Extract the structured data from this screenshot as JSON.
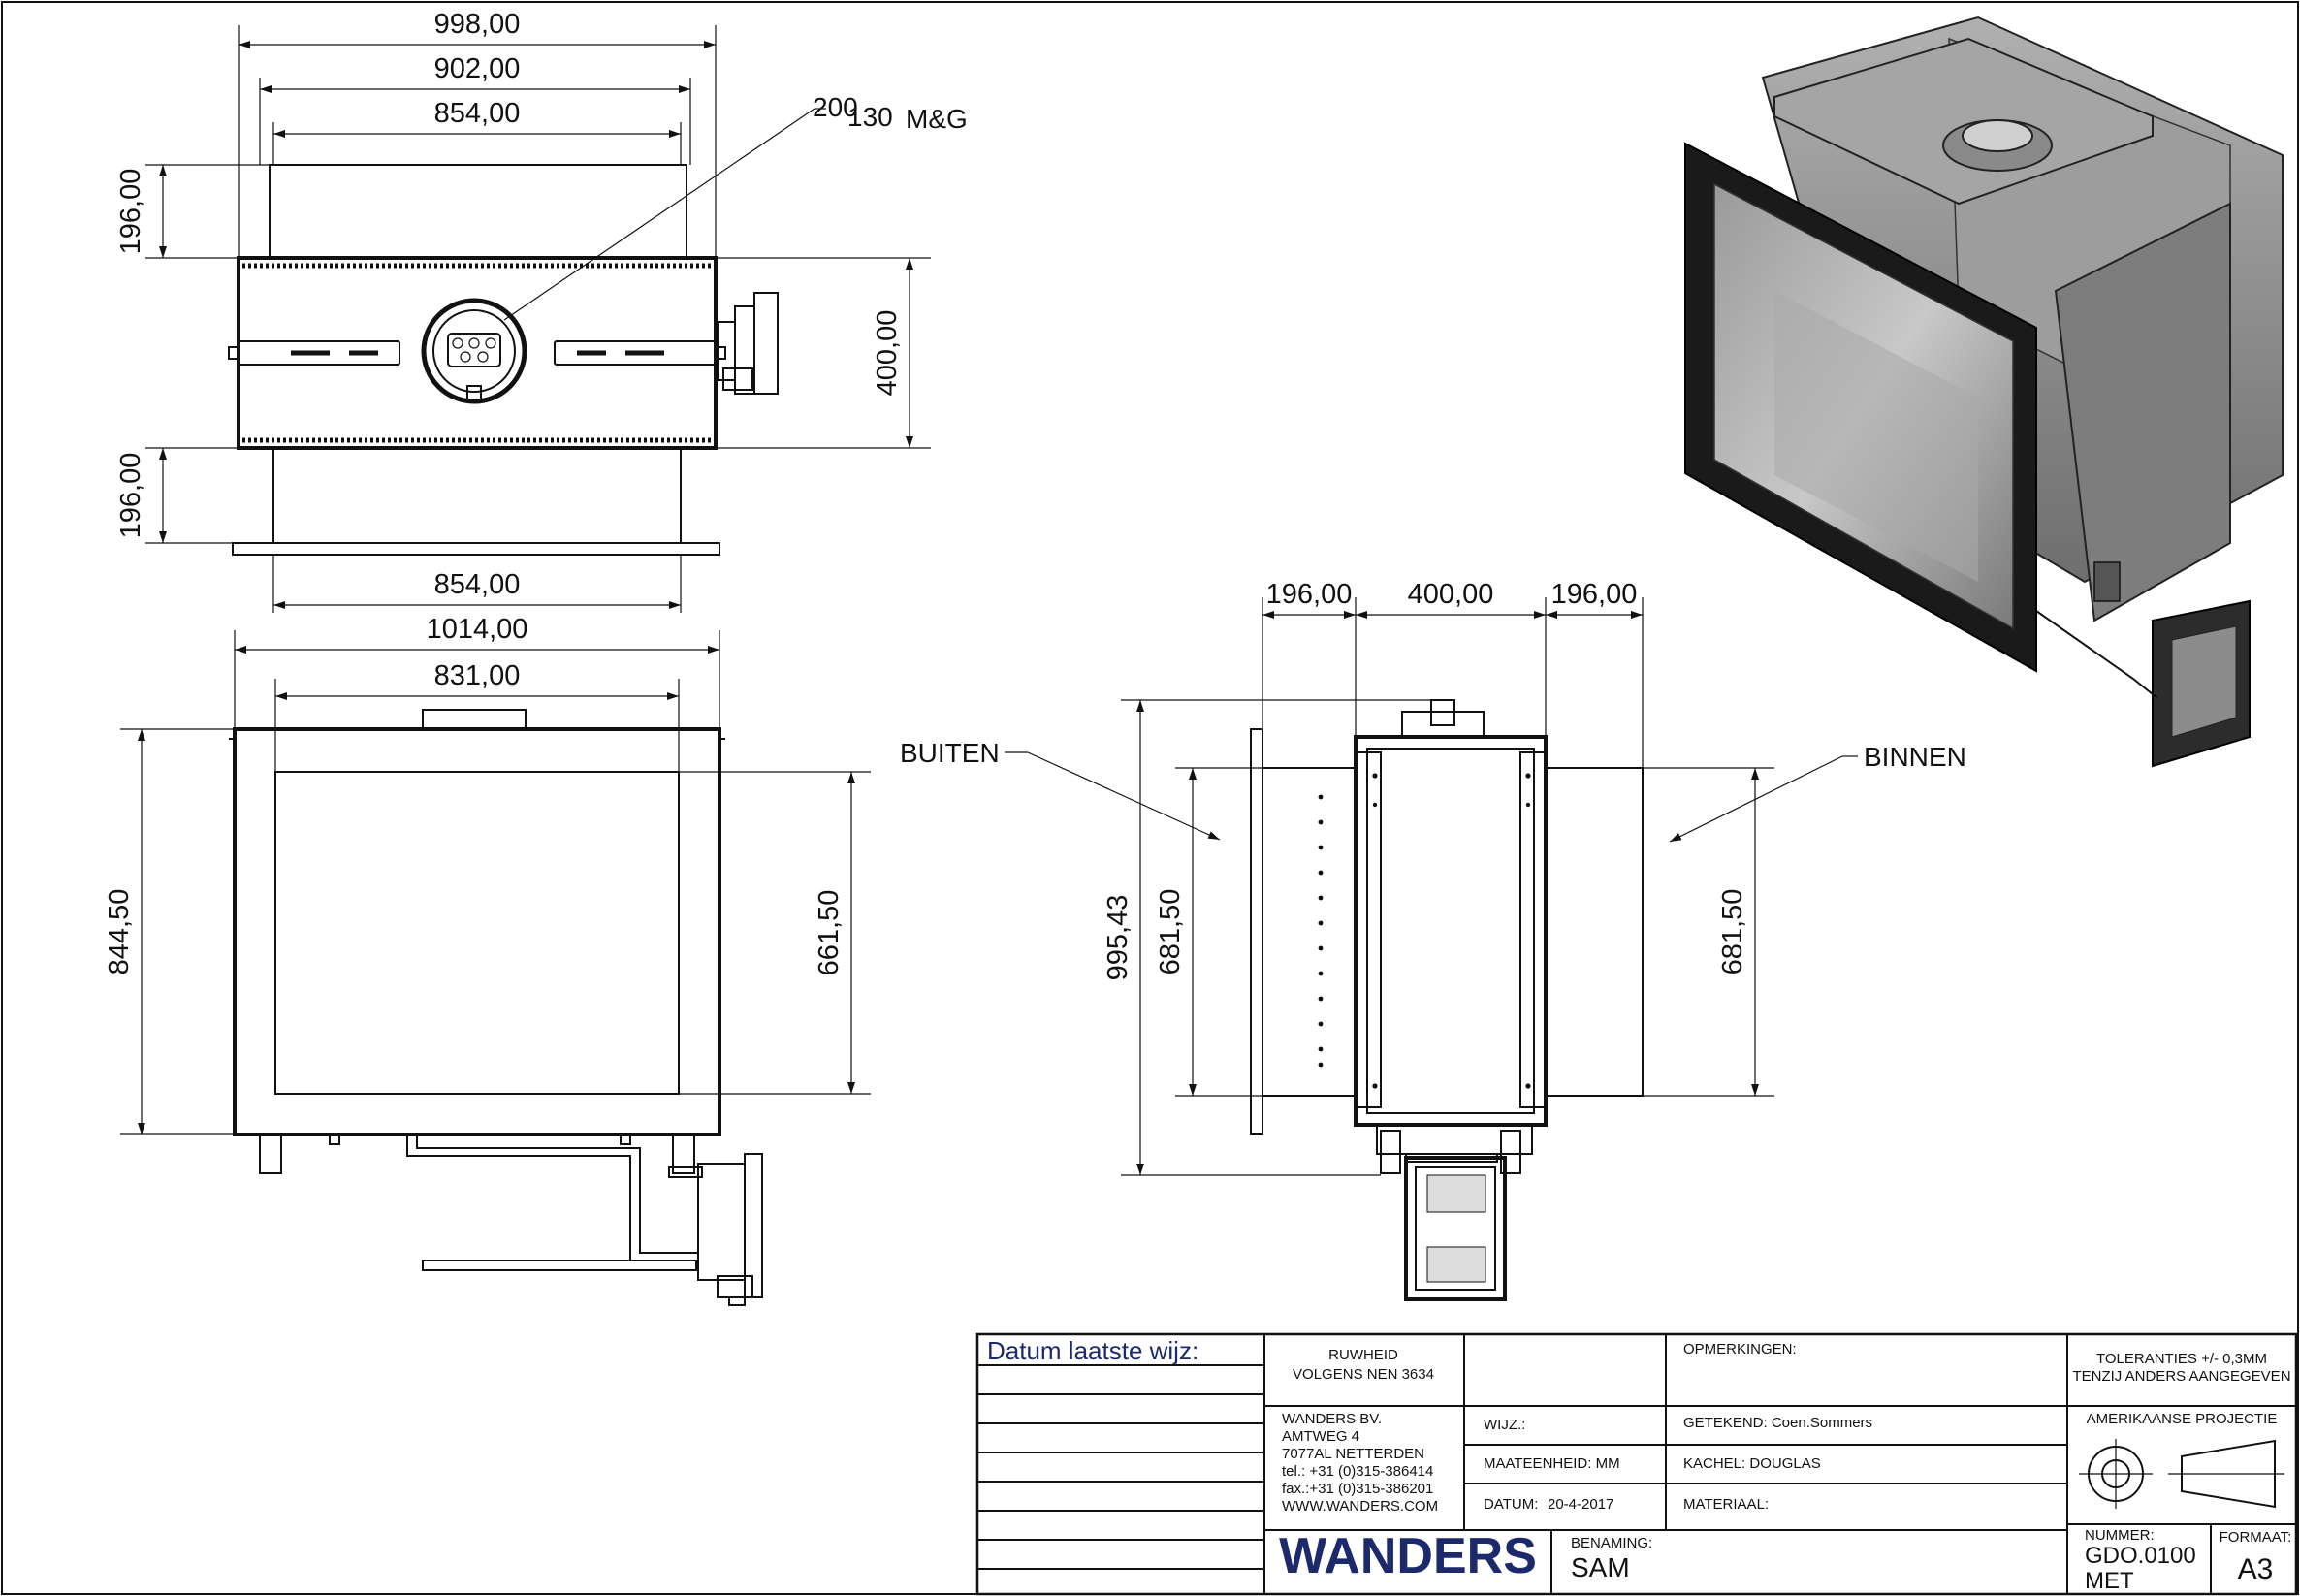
{
  "views": {
    "top": {
      "dims": {
        "w998": "998,00",
        "w902": "902,00",
        "w854top": "854,00",
        "h196a": "196,00",
        "h400": "400,00",
        "h196b": "196,00",
        "w854bot": "854,00"
      },
      "flue_label_sup": "200",
      "flue_label_sub": "130",
      "flue_label_text": "M&G"
    },
    "front": {
      "dims": {
        "w1014": "1014,00",
        "w831": "831,00",
        "h844": "844,50",
        "h661": "661,50"
      }
    },
    "side": {
      "dims": {
        "d196a": "196,00",
        "d400": "400,00",
        "d196b": "196,00",
        "h995": "995,43",
        "h681a": "681,50",
        "h681b": "681,50"
      },
      "label_outside": "BUITEN",
      "label_inside": "BINNEN"
    }
  },
  "title_block": {
    "revision_header": "Datum laatste wijz:",
    "roughness_line1": "RUWHEID",
    "roughness_line2": "VOLGENS NEN 3634",
    "remarks_label": "OPMERKINGEN:",
    "tolerance_line1": "TOLERANTIES +/- 0,3MM",
    "tolerance_line2": "TENZIJ ANDERS AANGEGEVEN",
    "company": [
      "WANDERS BV.",
      "AMTWEG 4",
      "7077AL NETTERDEN",
      "tel.: +31 (0)315-386414",
      "fax.:+31 (0)315-386201",
      "WWW.WANDERS.COM"
    ],
    "change_label": "WIJZ.:",
    "unit_label": "MAATEENHEID: MM",
    "date_label": "DATUM:",
    "date_value": "20-4-2017",
    "drawn_by": "GETEKEND: Coen.Sommers",
    "stove": "KACHEL:  DOUGLAS",
    "material": "MATERIAAL:",
    "projection": "AMERIKAANSE PROJECTIE",
    "logo_text": "WANDERS",
    "name_label": "BENAMING:",
    "name_value": "SAM",
    "number_label": "NUMMER:",
    "number_value_1": "GDO.0100",
    "number_value_2": "MET",
    "format_label": "FORMAAT:",
    "format_value": "A3"
  },
  "colors": {
    "line": "#111111",
    "logo": "#1c2a6b",
    "header_text": "#1c2a6b",
    "render_frame": "#1a1a1a",
    "render_body": "#8a8a8a"
  }
}
